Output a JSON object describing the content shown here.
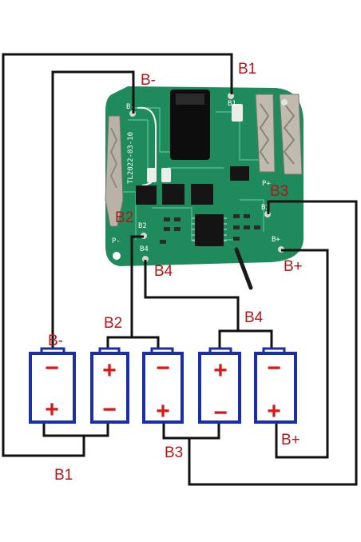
{
  "board": {
    "silkscreen_pads": [
      "B-",
      "B1",
      "B2",
      "B3",
      "B4",
      "B+",
      "P-",
      "P+"
    ],
    "part_code": "TL2022-03-10"
  },
  "wire_labels": {
    "b1_top": "B1",
    "b_minus_top": "B-",
    "b3_right": "B3",
    "b2_mid": "B2",
    "b4_mid": "B4",
    "b_plus_right": "B+",
    "b2_cells": "B2",
    "b4_cells": "B4",
    "b_minus_cells": "B-",
    "b3_bottom": "B3",
    "b_plus_bottom": "B+",
    "b1_bottom": "B1"
  },
  "cells": [
    {
      "top_sign": "−",
      "bottom_sign": "+"
    },
    {
      "top_sign": "+",
      "bottom_sign": "−"
    },
    {
      "top_sign": "−",
      "bottom_sign": "+"
    },
    {
      "top_sign": "+",
      "bottom_sign": "−"
    },
    {
      "top_sign": "−",
      "bottom_sign": "+"
    }
  ],
  "colors": {
    "pcb": "#1f8a5c",
    "wire": "#111111",
    "label": "#b01818",
    "cell_outline": "#1a2ea8",
    "sign": "#d81818"
  }
}
